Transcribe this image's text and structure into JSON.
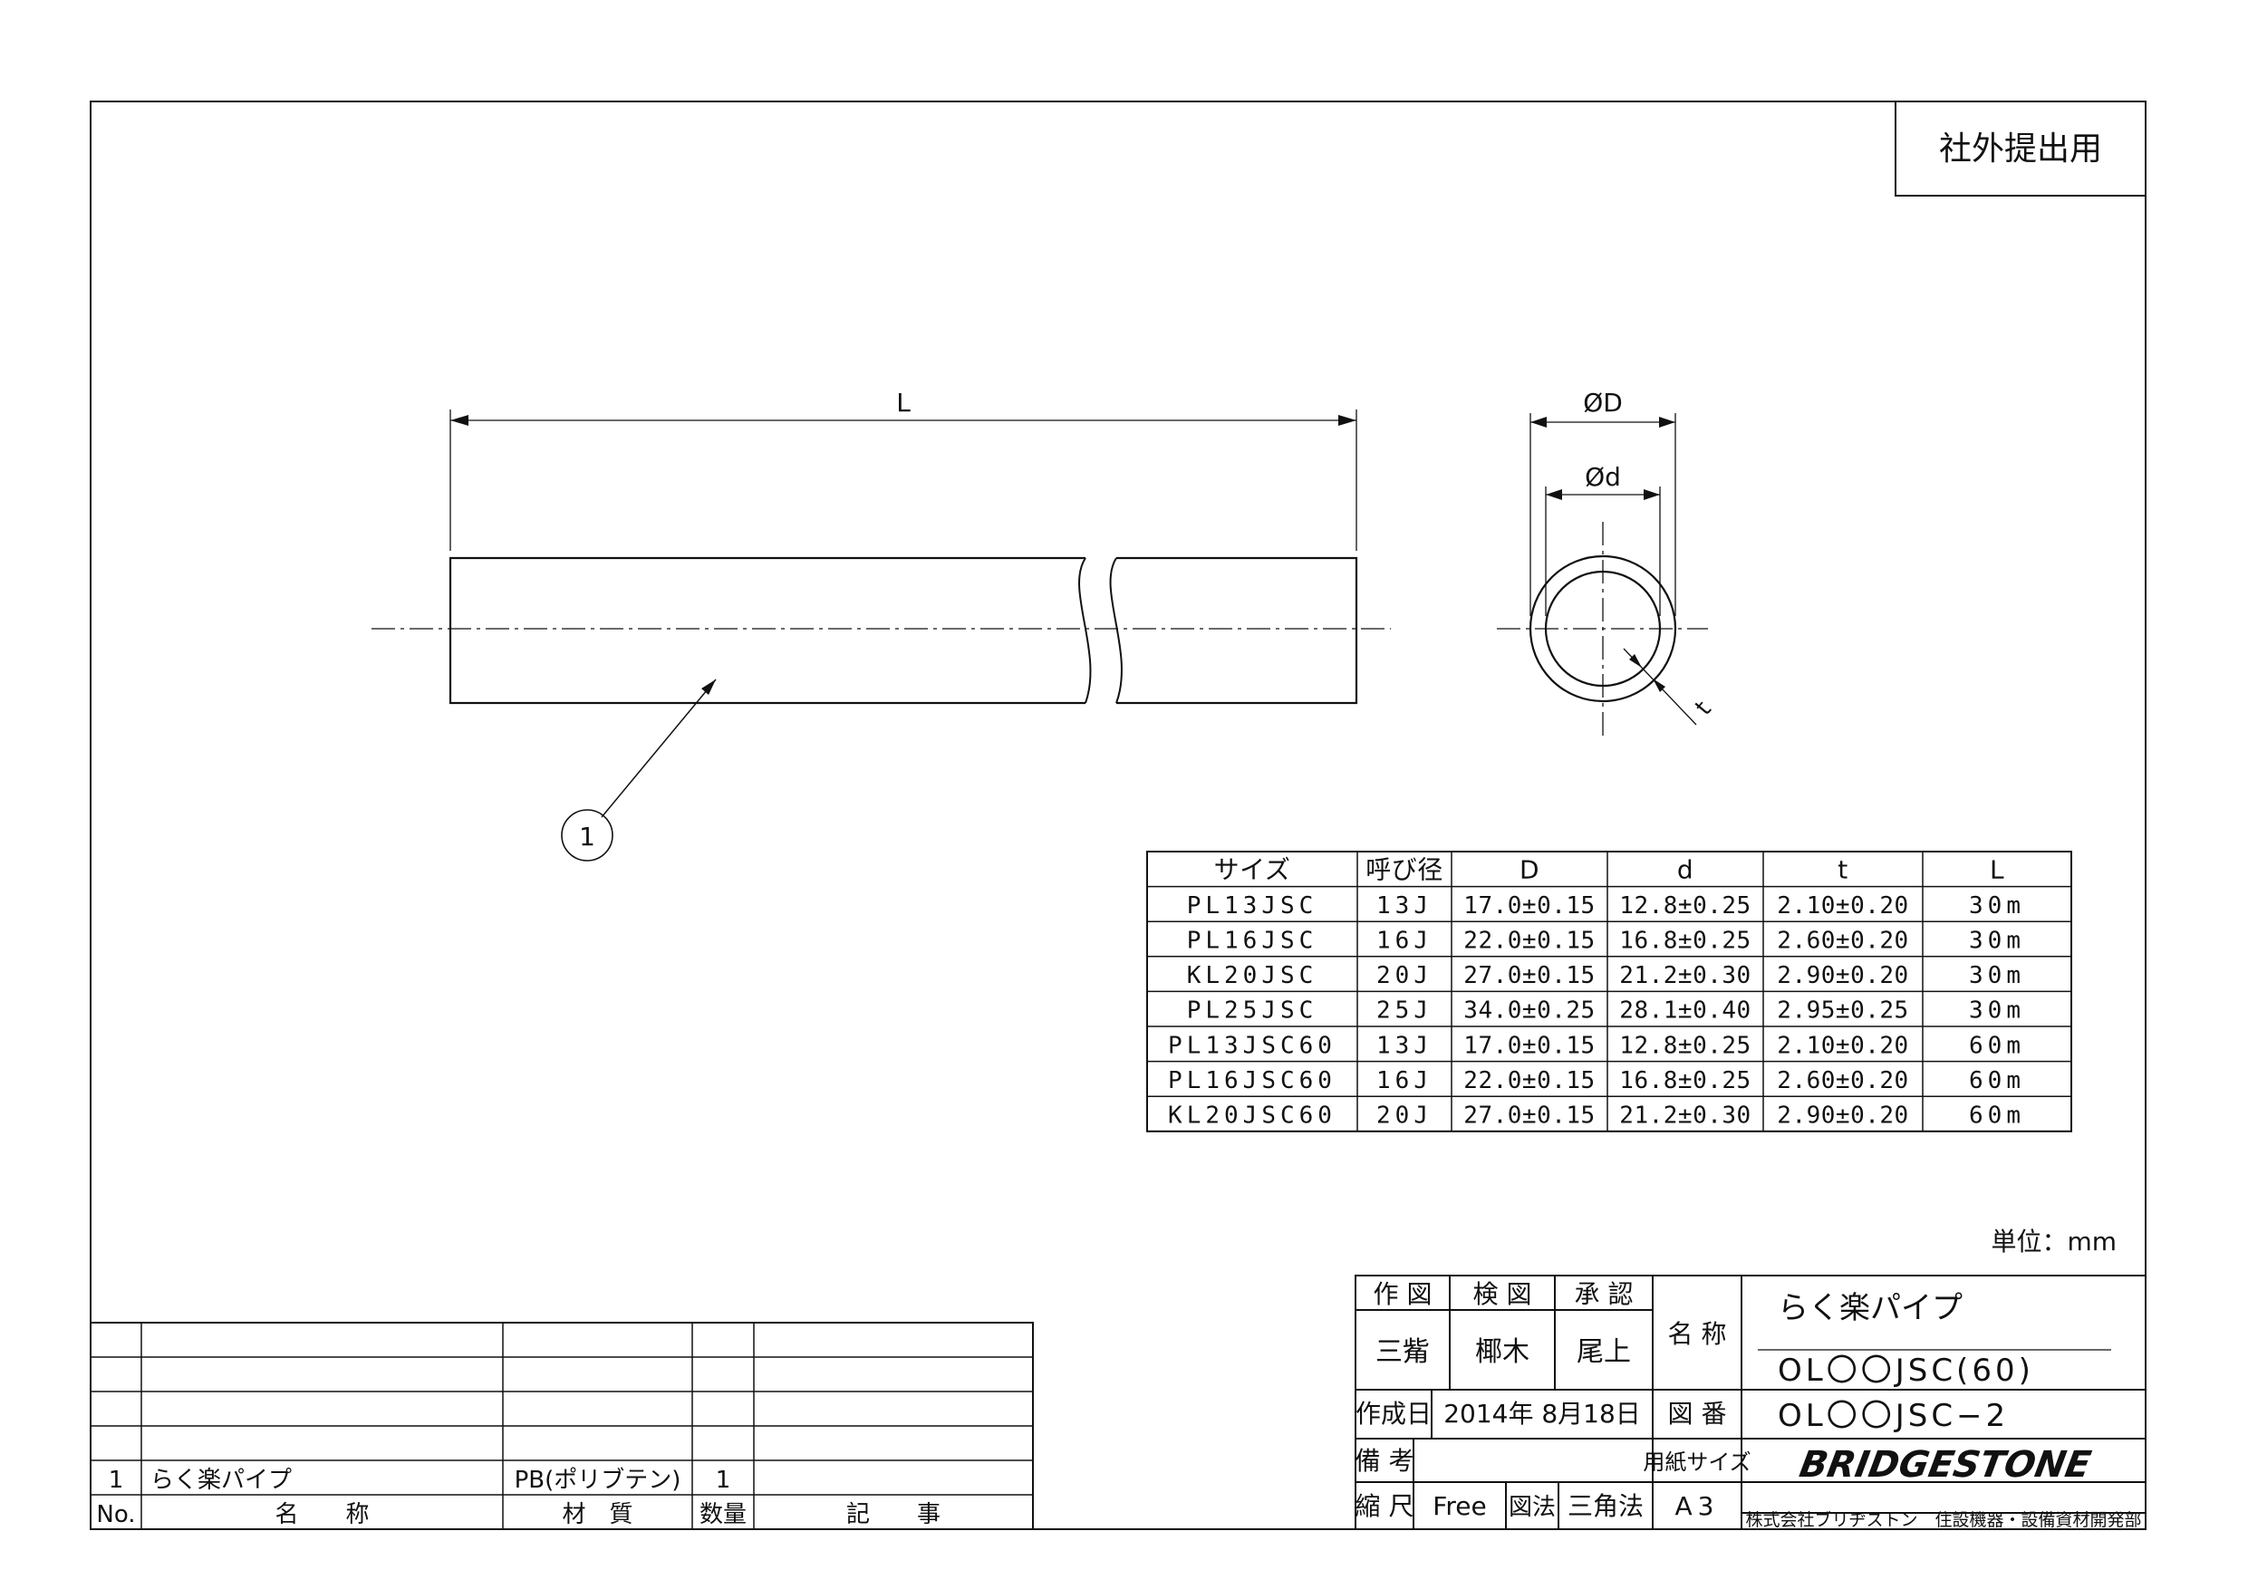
{
  "stamp": "社外提出用",
  "dims": {
    "L": "L",
    "D": "ØD",
    "d": "Ød",
    "t": "t",
    "balloon": "1"
  },
  "spec_table": {
    "headers": [
      "サイズ",
      "呼び径",
      "D",
      "d",
      "t",
      "L"
    ],
    "rows": [
      [
        "PL13JSC",
        "13J",
        "17.0±0.15",
        "12.8±0.25",
        "2.10±0.20",
        "30m"
      ],
      [
        "PL16JSC",
        "16J",
        "22.0±0.15",
        "16.8±0.25",
        "2.60±0.20",
        "30m"
      ],
      [
        "KL20JSC",
        "20J",
        "27.0±0.15",
        "21.2±0.30",
        "2.90±0.20",
        "30m"
      ],
      [
        "PL25JSC",
        "25J",
        "34.0±0.25",
        "28.1±0.40",
        "2.95±0.25",
        "30m"
      ],
      [
        "PL13JSC60",
        "13J",
        "17.0±0.15",
        "12.8±0.25",
        "2.10±0.20",
        "60m"
      ],
      [
        "PL16JSC60",
        "16J",
        "22.0±0.15",
        "16.8±0.25",
        "2.60±0.20",
        "60m"
      ],
      [
        "KL20JSC60",
        "20J",
        "27.0±0.15",
        "21.2±0.30",
        "2.90±0.20",
        "60m"
      ]
    ]
  },
  "unit_note": "単位：mm",
  "parts_list": {
    "headers": [
      "No.",
      "名　　称",
      "材　質",
      "数量",
      "記　　事"
    ],
    "rows": [
      [
        "1",
        "らく楽パイプ",
        "PB(ポリブテン)",
        "1",
        ""
      ]
    ]
  },
  "title_block": {
    "drawn_label": "作 図",
    "checked_label": "検 図",
    "approved_label": "承 認",
    "drawn_by": "三觜",
    "checked_by": "椰木",
    "approved_by": "尾上",
    "name_label": "名 称",
    "product_name": "らく楽パイプ",
    "model_code": "OL〇〇JSC(60)",
    "date_label": "作成日",
    "date": "2014年 8月18日",
    "drawing_no_label": "図 番",
    "drawing_no": "OL〇〇JSC−2",
    "remarks_label": "備 考",
    "paper_size_label": "用紙サイズ",
    "paper_size": "A3",
    "scale_label": "縮 尺",
    "scale": "Free",
    "projection_label": "図法",
    "projection": "三角法",
    "brand": "BRIDGESTONE",
    "company": "株式会社ブリヂストン　住設機器・設備資材開発部"
  }
}
